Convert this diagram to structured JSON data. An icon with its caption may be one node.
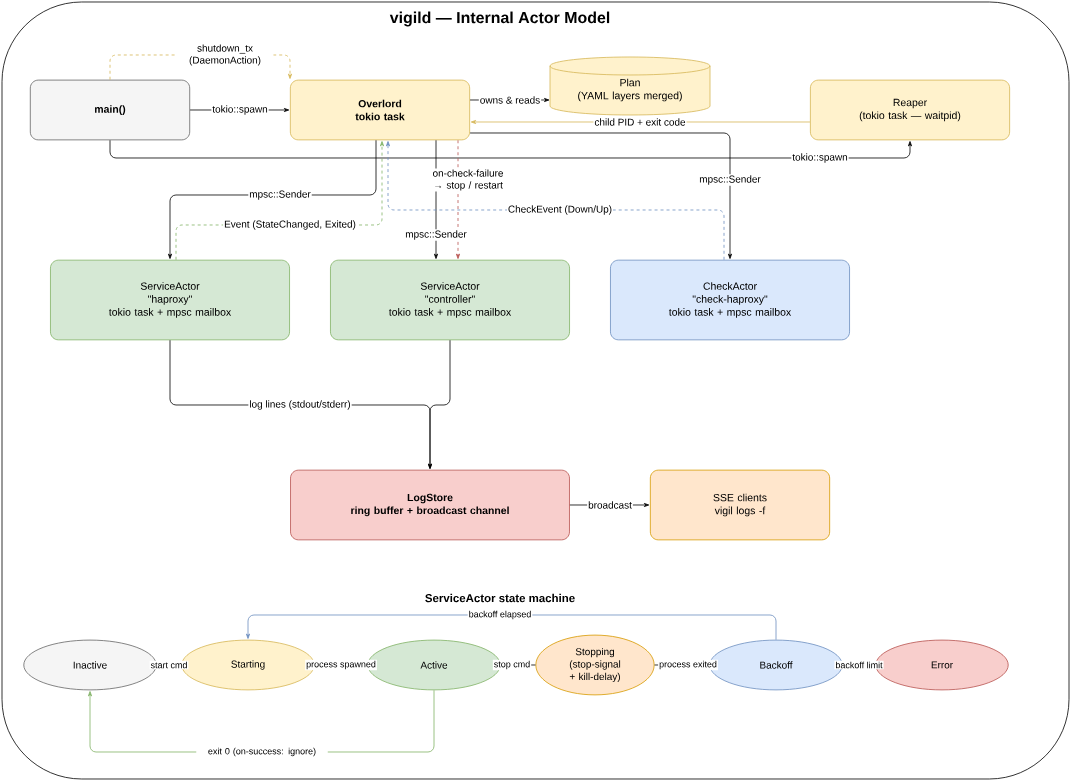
{
  "diagram": {
    "title": "vigild — Internal Actor Model",
    "nodes": [
      {
        "text": [
          "main()"
        ]
      },
      {
        "text": [
          "Overlord tokio task"
        ]
      },
      {
        "text": [
          "Plan",
          "(YAML layers merged)"
        ]
      },
      {
        "text": [
          "Reaper",
          "(tokio task — waitpid)"
        ]
      },
      {
        "text": [
          "ServiceActor",
          "\"haproxy\"",
          "tokio task + mpsc mailbox"
        ]
      },
      {
        "text": [
          "ServiceActor",
          "\"controller\"",
          "tokio task + mpsc mailbox"
        ]
      },
      {
        "text": [
          "CheckActor",
          "\"check-haproxy\"",
          "tokio task + mpsc mailbox"
        ]
      },
      {
        "text": [
          "LogStore",
          "ring buffer + broadcast channel"
        ]
      },
      {
        "text": [
          "SSE clients",
          "vigil logs -f"
        ]
      },
      {
        "text": [
          "Inactive"
        ]
      },
      {
        "text": [
          "Starting"
        ]
      },
      {
        "text": [
          "Active"
        ]
      },
      {
        "text": [
          "Stopping (stop-signal + kill-delay)"
        ]
      },
      {
        "text": [
          "Backoff"
        ]
      },
      {
        "text": [
          "Error"
        ]
      }
    ],
    "edges": [
      {
        "from": 0,
        "to": 1,
        "arrow": "to",
        "label": "tokio::spawn"
      },
      {
        "from": 0,
        "to": 1,
        "arrow": "to",
        "label": "shutdown_tx (DaemonAction)",
        "style": "dashed",
        "color": "#d6b656"
      },
      {
        "from": 0,
        "to": 3,
        "arrow": "to",
        "label": "tokio::spawn"
      },
      {
        "from": 1,
        "to": 2,
        "arrow": "to",
        "label": "owns & reads"
      },
      {
        "from": 3,
        "to": 1,
        "arrow": "to",
        "label": "child PID + exit code",
        "color": "#d6b656"
      },
      {
        "from": 1,
        "to": 6,
        "arrow": "to",
        "label": "mpsc::Sender"
      },
      {
        "from": 1,
        "to": 4,
        "arrow": "to",
        "label": "mpsc::Sender"
      },
      {
        "from": 4,
        "to": 1,
        "arrow": "to",
        "label": "Event (StateChanged, Exited)",
        "style": "dashed",
        "color": "#82b366"
      },
      {
        "from": 1,
        "to": 5,
        "arrow": "to",
        "label": "mpsc::Sender"
      },
      {
        "from": 1,
        "to": 5,
        "arrow": "to",
        "label": "on-check-failure → stop / restart",
        "style": "dashed",
        "color": "#b85450"
      },
      {
        "from": 6,
        "to": 1,
        "arrow": "to",
        "label": "CheckEvent (Down/Up)",
        "style": "dashed",
        "color": "#6c8ebf"
      },
      {
        "from": 4,
        "to": 7,
        "arrow": "to",
        "label": "log lines (stdout/stderr)"
      },
      {
        "from": 5,
        "to": 7,
        "arrow": "to"
      },
      {
        "from": 7,
        "to": 8,
        "arrow": "to",
        "label": "broadcast"
      },
      {
        "from": 9,
        "to": 10,
        "arrow": "none",
        "label": "start cmd"
      },
      {
        "from": 10,
        "to": 11,
        "arrow": "none",
        "label": "process spawned"
      },
      {
        "from": 11,
        "to": 12,
        "arrow": "none",
        "label": "stop cmd"
      },
      {
        "from": 12,
        "to": 13,
        "arrow": "none",
        "label": "process exited"
      },
      {
        "from": 13,
        "to": 14,
        "arrow": "none",
        "label": "backoff limit"
      },
      {
        "from": 13,
        "to": 10,
        "arrow": "to",
        "label": "backoff elapsed",
        "color": "#6c8ebf"
      },
      {
        "from": 11,
        "to": 9,
        "arrow": "to",
        "label": "exit 0 (on-success: ignore)",
        "color": "#82b366"
      }
    ],
    "labels": [
      "ServiceActor state machine"
    ]
  }
}
